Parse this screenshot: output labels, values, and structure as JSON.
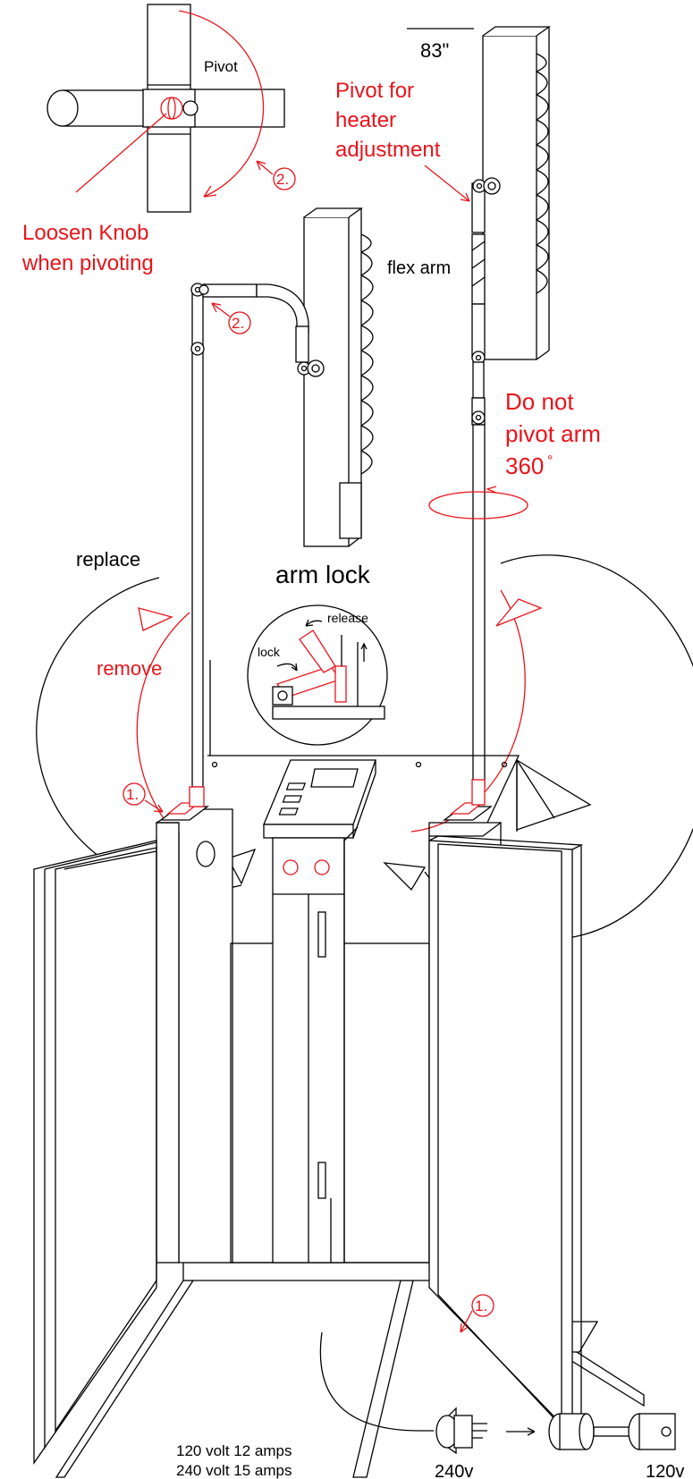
{
  "labels": {
    "height": "83\"",
    "pivot": "Pivot",
    "pivot_heater_1": "Pivot for",
    "pivot_heater_2": "heater",
    "pivot_heater_3": "adjustment",
    "loosen_1": "Loosen Knob",
    "loosen_2": "when pivoting",
    "flex_arm": "flex arm",
    "donot_1": "Do not",
    "donot_2": "pivot arm",
    "donot_3": "360",
    "degree": "°",
    "replace": "replace",
    "remove": "remove",
    "arm_lock": "arm lock",
    "release": "release",
    "lock": "lock",
    "step1": "1.",
    "step2": "2.",
    "power_120": "120 volt 12 amps",
    "power_240": "240 volt 15 amps",
    "plug_240": "240v",
    "plug_120": "120v"
  },
  "colors": {
    "annotation": "#e8141b",
    "line": "#000000"
  }
}
